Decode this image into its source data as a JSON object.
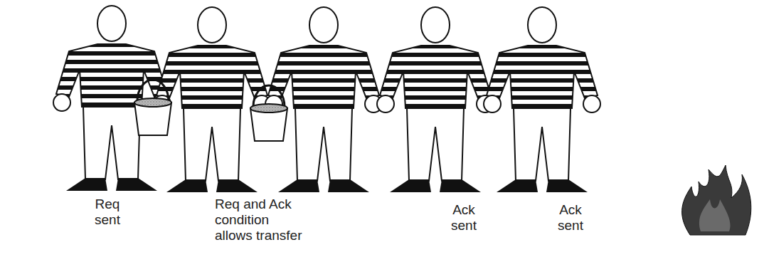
{
  "diagram": {
    "labels": [
      "Req sent",
      "Req and Ack condition allows transfer",
      "Ack sent",
      "Ack sent"
    ]
  }
}
